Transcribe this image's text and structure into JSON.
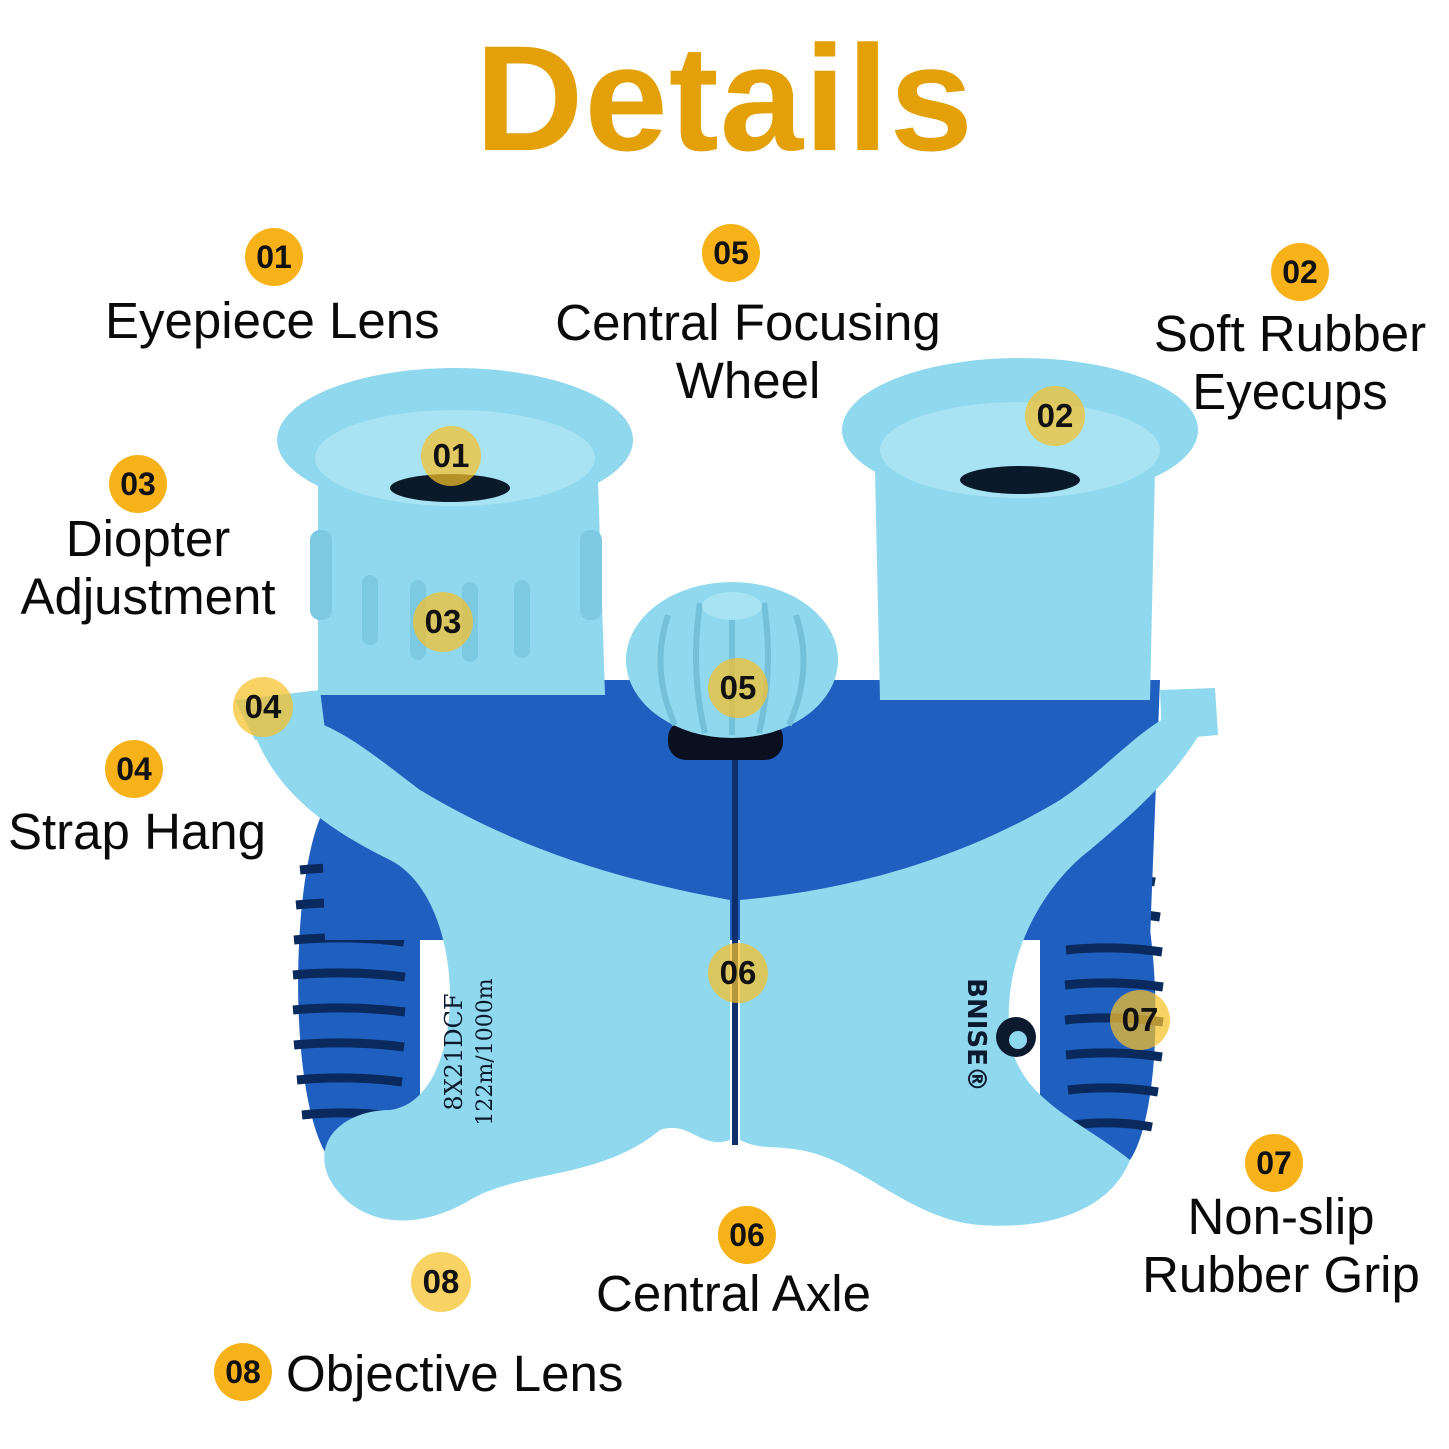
{
  "title": "Details",
  "title_color": "#e3a008",
  "badge_color": "#f7b21a",
  "product_colors": {
    "light_blue": "#8fd8ee",
    "dark_blue": "#1f5fc0"
  },
  "body_marking": {
    "model": "8X21DCF",
    "field_of_view": "122m/1000m",
    "brand": "BNISE®"
  },
  "features": [
    {
      "number": "01",
      "name": "Eyepiece Lens"
    },
    {
      "number": "02",
      "name_lines": [
        "Soft Rubber",
        "Eyecups"
      ]
    },
    {
      "number": "03",
      "name_lines": [
        "Diopter",
        "Adjustment"
      ]
    },
    {
      "number": "04",
      "name": "Strap Hang"
    },
    {
      "number": "05",
      "name_lines": [
        "Central Focusing",
        "Wheel"
      ]
    },
    {
      "number": "06",
      "name": "Central Axle"
    },
    {
      "number": "07",
      "name_lines": [
        "Non-slip",
        "Rubber Grip"
      ]
    },
    {
      "number": "08",
      "name": "Objective Lens"
    }
  ]
}
